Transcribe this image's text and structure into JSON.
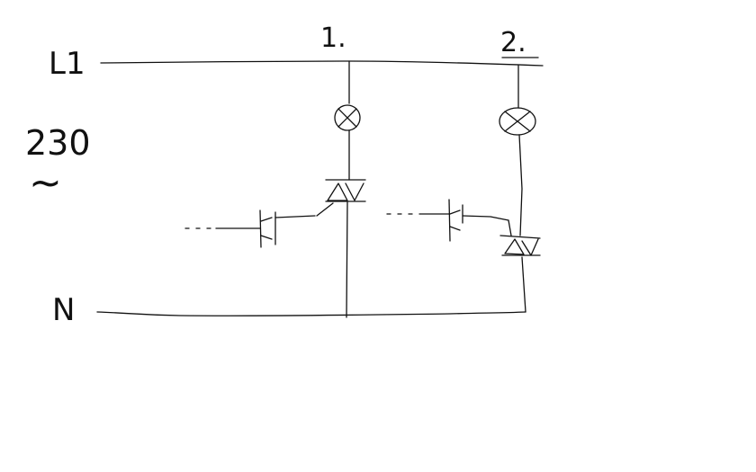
{
  "diagram": {
    "labels": {
      "line": "L1",
      "neutral": "N",
      "voltage": "230",
      "ac_symbol": "~",
      "branch_1": "1.",
      "branch_2": "2."
    },
    "colors": {
      "background": "#ffffff",
      "ink": "#111111"
    },
    "components": [
      "lamp-1",
      "lamp-2",
      "triac-1",
      "triac-2",
      "optocoupler-1",
      "optocoupler-2"
    ]
  }
}
